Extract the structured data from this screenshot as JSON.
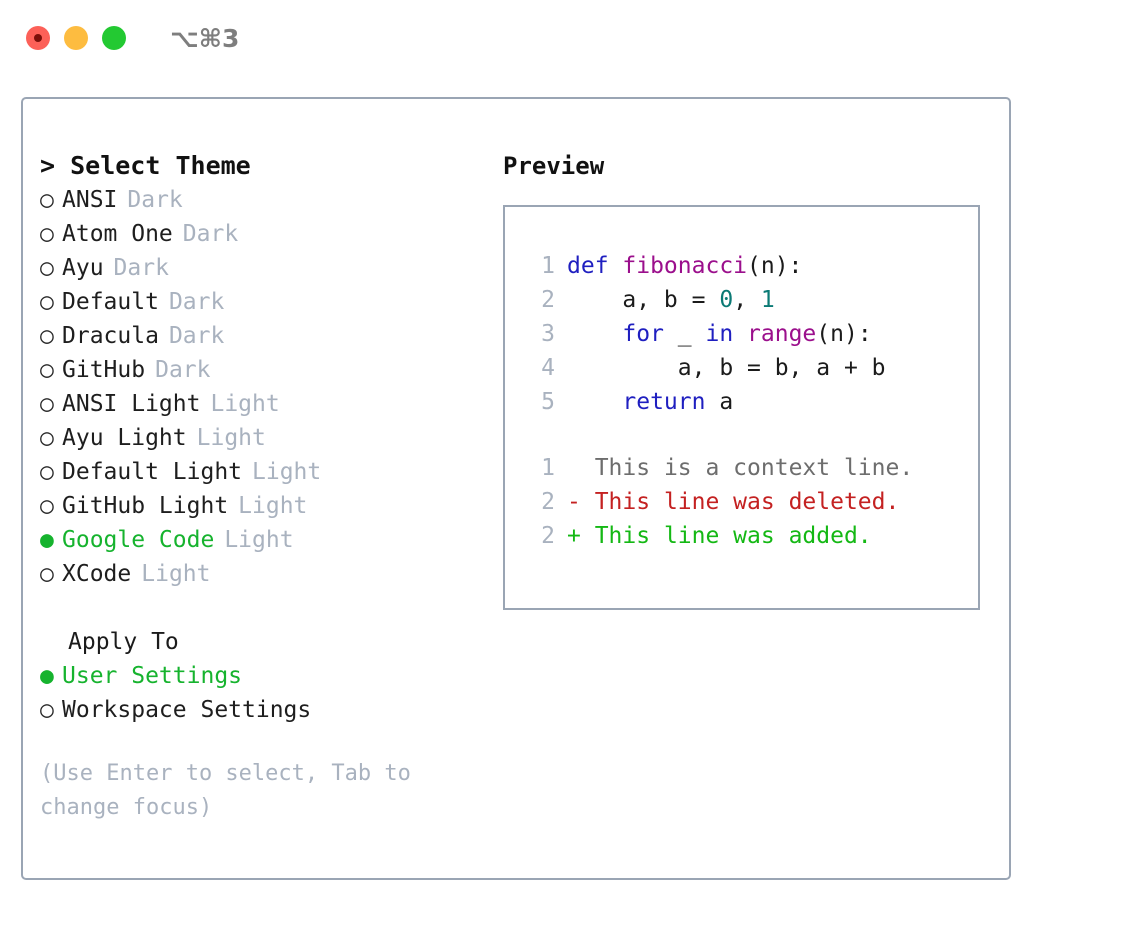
{
  "titlebar": {
    "shortcut": "⌥⌘3",
    "buttons": [
      {
        "name": "close",
        "color": "#fc6058"
      },
      {
        "name": "minimize",
        "color": "#fdbc40"
      },
      {
        "name": "maximize",
        "color": "#23c932"
      }
    ]
  },
  "theme_selector": {
    "title": "> Select Theme",
    "options": [
      {
        "label": "ANSI",
        "badge": "Dark",
        "selected": false
      },
      {
        "label": "Atom One",
        "badge": "Dark",
        "selected": false
      },
      {
        "label": "Ayu",
        "badge": "Dark",
        "selected": false
      },
      {
        "label": "Default",
        "badge": "Dark",
        "selected": false
      },
      {
        "label": "Dracula",
        "badge": "Dark",
        "selected": false
      },
      {
        "label": "GitHub",
        "badge": "Dark",
        "selected": false
      },
      {
        "label": "ANSI Light",
        "badge": "Light",
        "selected": false
      },
      {
        "label": "Ayu Light",
        "badge": "Light",
        "selected": false
      },
      {
        "label": "Default Light",
        "badge": "Light",
        "selected": false
      },
      {
        "label": "GitHub Light",
        "badge": "Light",
        "selected": false
      },
      {
        "label": "Google Code",
        "badge": "Light",
        "selected": true
      },
      {
        "label": "XCode",
        "badge": "Light",
        "selected": false
      }
    ],
    "bullet_selected": "●",
    "bullet_unselected": "○"
  },
  "apply_to": {
    "heading": "Apply To",
    "options": [
      {
        "label": "User Settings",
        "selected": true
      },
      {
        "label": "Workspace Settings",
        "selected": false
      }
    ]
  },
  "hint": "(Use Enter to select, Tab to change focus)",
  "preview": {
    "title": "Preview",
    "code_lines": [
      {
        "no": "1",
        "tokens": [
          {
            "t": "def ",
            "c": "kw"
          },
          {
            "t": "fibonacci",
            "c": "fn"
          },
          {
            "t": "(n):",
            "c": "plain"
          }
        ]
      },
      {
        "no": "2",
        "tokens": [
          {
            "t": "    a, b = ",
            "c": "plain"
          },
          {
            "t": "0",
            "c": "num"
          },
          {
            "t": ", ",
            "c": "plain"
          },
          {
            "t": "1",
            "c": "num"
          }
        ]
      },
      {
        "no": "3",
        "tokens": [
          {
            "t": "    ",
            "c": "plain"
          },
          {
            "t": "for",
            "c": "kw"
          },
          {
            "t": " _ ",
            "c": "plain"
          },
          {
            "t": "in",
            "c": "kw"
          },
          {
            "t": " ",
            "c": "plain"
          },
          {
            "t": "range",
            "c": "fn"
          },
          {
            "t": "(n):",
            "c": "plain"
          }
        ]
      },
      {
        "no": "4",
        "tokens": [
          {
            "t": "        a, b = b, a + b",
            "c": "plain"
          }
        ]
      },
      {
        "no": "5",
        "tokens": [
          {
            "t": "    ",
            "c": "plain"
          },
          {
            "t": "return",
            "c": "kw"
          },
          {
            "t": " a",
            "c": "plain"
          }
        ]
      }
    ],
    "diff_lines": [
      {
        "no": "1",
        "marker": " ",
        "text": " This is a context line.",
        "kind": "ctx"
      },
      {
        "no": "2",
        "marker": "-",
        "text": " This line was deleted.",
        "kind": "del"
      },
      {
        "no": "2",
        "marker": "+",
        "text": " This line was added.",
        "kind": "add"
      }
    ]
  },
  "colors": {
    "accent_green": "#16b32e",
    "border": "#9aa5b4",
    "muted": "#a9b2bf",
    "keyword": "#1f1fc0",
    "function": "#9b0f8c",
    "number": "#0b7a75",
    "diff_add": "#14b814",
    "diff_del": "#c42121",
    "diff_ctx": "#6d6d6d"
  }
}
